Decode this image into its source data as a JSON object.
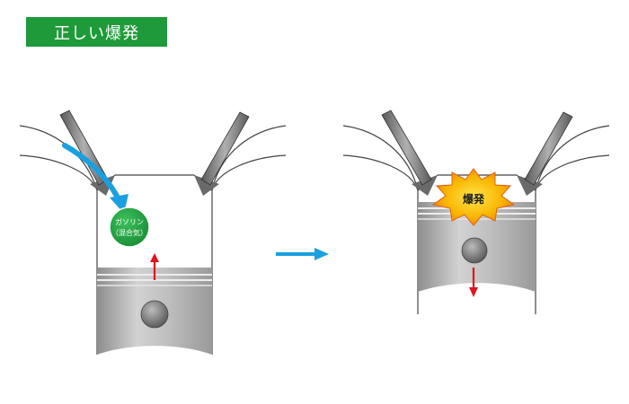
{
  "title": "正しい爆発",
  "colors": {
    "title_bg": "#1f9a3a",
    "title_text": "#ffffff",
    "flow_arrow": "#1aa0e0",
    "piston_arrow": "#e0141e",
    "fuel_ball": "#2aa84a",
    "explosion": "#f8b400",
    "explosion_edge": "#e06010"
  },
  "left_panel": {
    "fuel_label_line1": "ガソリン",
    "fuel_label_line2": "（混合気）",
    "piston_direction": "up"
  },
  "right_panel": {
    "explosion_label": "爆発",
    "piston_direction": "down"
  }
}
